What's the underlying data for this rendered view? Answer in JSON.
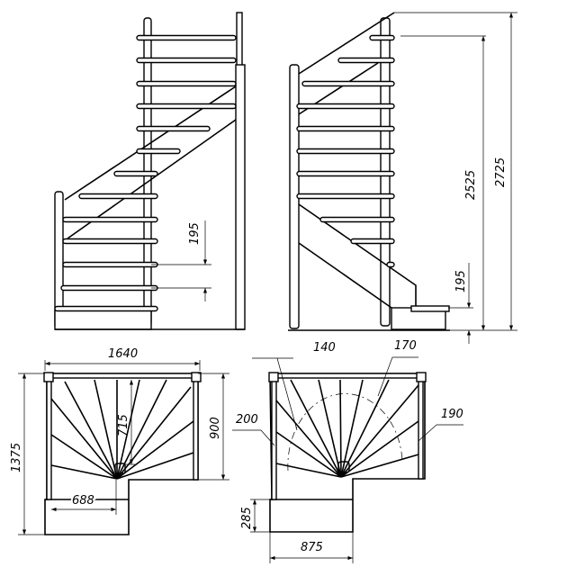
{
  "drawing": {
    "title": "Quarter-turn winder staircase drawing",
    "elevation_left": {
      "riser_dim": "195"
    },
    "elevation_right": {
      "riser_dim": "195",
      "floor_height": "2525",
      "total_height": "2725"
    },
    "plan_left": {
      "width": "1640",
      "length": "1375",
      "depth": "900",
      "newel_offset": "715",
      "flight_width": "688"
    },
    "plan_right": {
      "tread_140": "140",
      "tread_170": "170",
      "tread_200": "200",
      "tread_190": "190",
      "landing_depth": "285",
      "flight_width": "875"
    },
    "color": "#000000"
  }
}
